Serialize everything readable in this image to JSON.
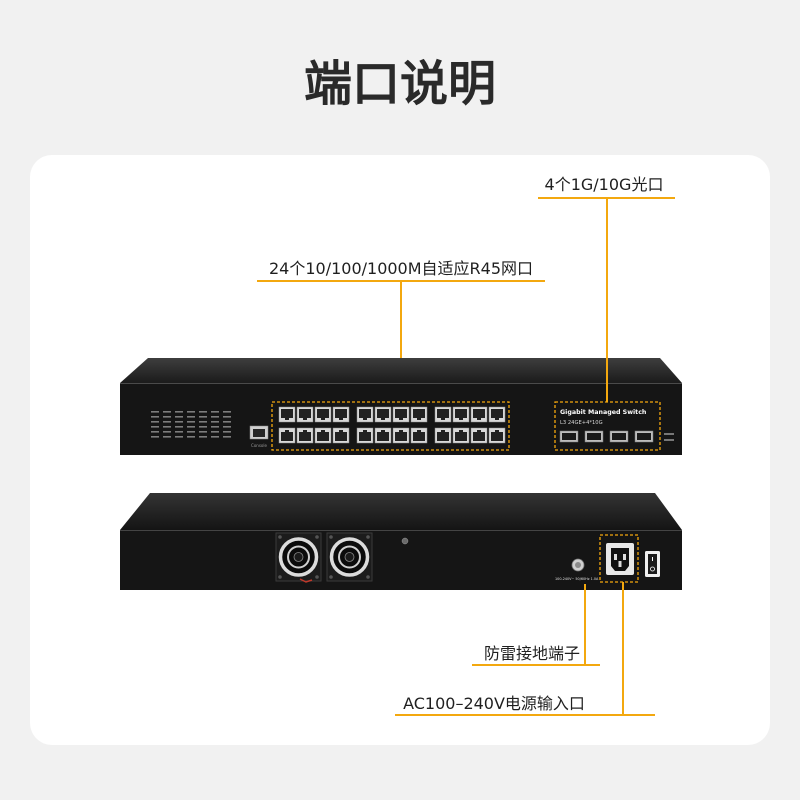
{
  "page": {
    "title": "端口说明"
  },
  "colors": {
    "background": "#f1f1f1",
    "card": "#ffffff",
    "accent": "#f3a80f",
    "title_text": "#2a2a2a",
    "label_text": "#1f1f1f",
    "device_body": "#151515"
  },
  "callouts": {
    "sfp_ports": "4个1G/10G光口",
    "rj45_ports": "24个10/100/1000M自适应R45网口",
    "grounding": "防雷接地端子",
    "power_input": "AC100–240V电源输入口"
  },
  "front_panel": {
    "model_line1": "Gigabit Managed Switch",
    "model_line2": "L3 24GE+4*10G",
    "console_label": "Console",
    "rj45_port_count": 24,
    "sfp_port_count": 4
  },
  "rear_panel": {
    "power_rating": "100-240V~ 50/60Hz 1.0A"
  }
}
